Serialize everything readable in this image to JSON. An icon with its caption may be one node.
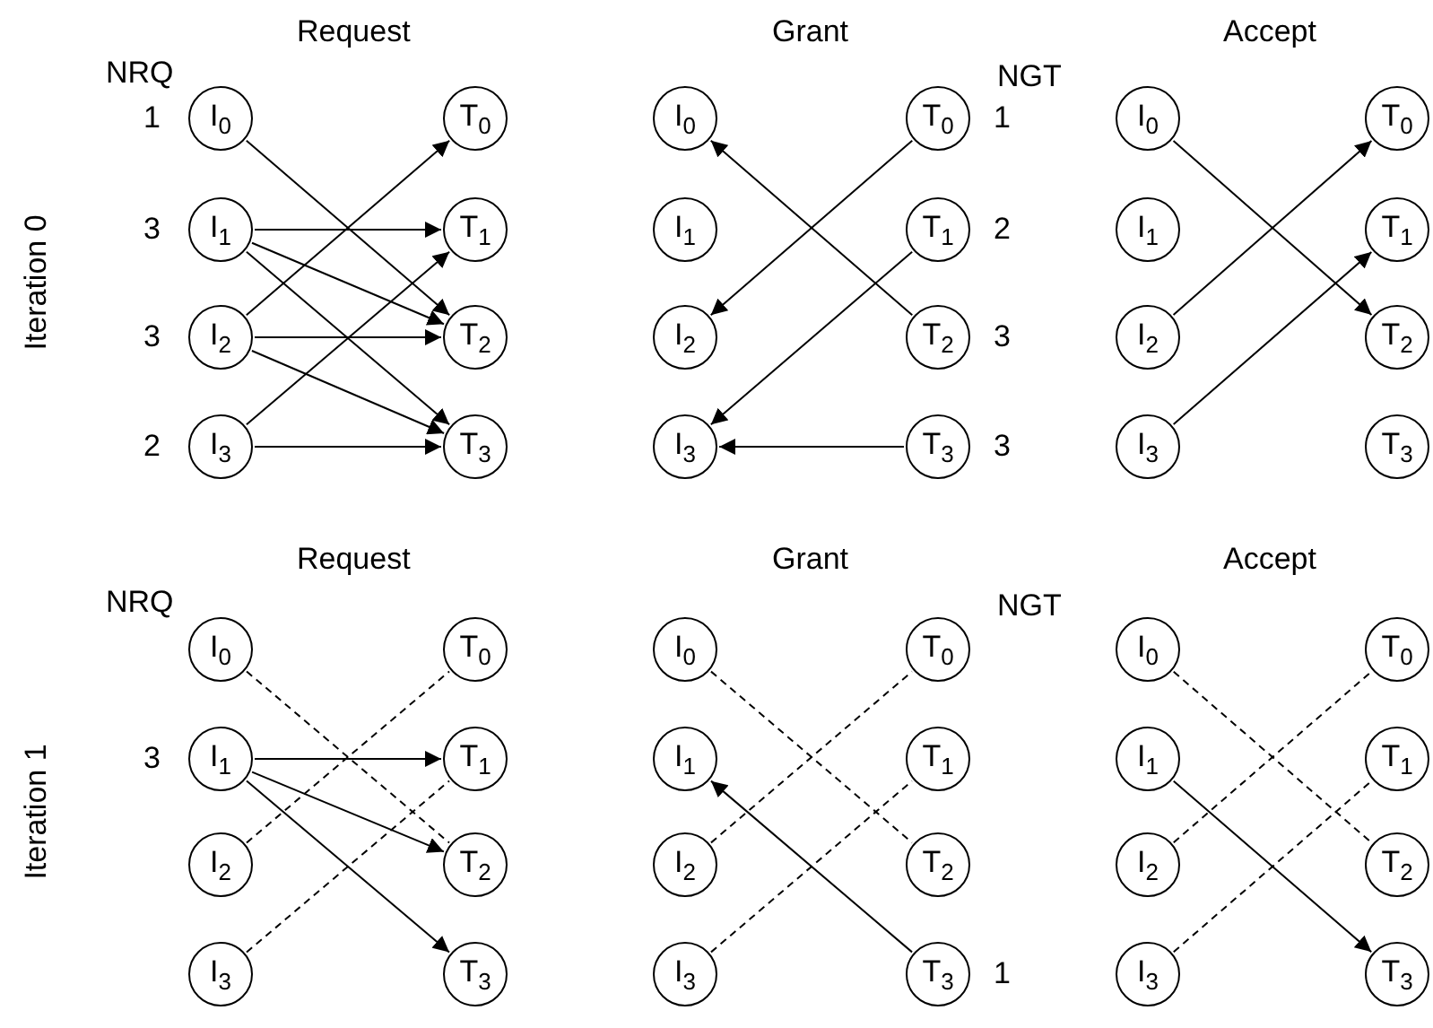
{
  "diagram": {
    "nodes": [
      {
        "text": [
          "I$_{0}$"
        ],
        "beside": [
          "1"
        ]
      },
      {
        "text": [
          "I$_{1}$"
        ],
        "beside": [
          "3"
        ]
      },
      {
        "text": [
          "I$_{2}$"
        ],
        "beside": [
          "3"
        ]
      },
      {
        "text": [
          "I$_{3}$"
        ],
        "beside": [
          "2"
        ]
      },
      {
        "text": [
          "T$_{0}$"
        ]
      },
      {
        "text": [
          "T$_{1}$"
        ]
      },
      {
        "text": [
          "T$_{2}$"
        ]
      },
      {
        "text": [
          "T$_{3}$"
        ]
      },
      {
        "text": [
          "I$_{0}$"
        ]
      },
      {
        "text": [
          "I$_{1}$"
        ]
      },
      {
        "text": [
          "I$_{2}$"
        ]
      },
      {
        "text": [
          "I$_{3}$"
        ]
      },
      {
        "text": [
          "T$_{0}$"
        ],
        "beside": [
          "1"
        ]
      },
      {
        "text": [
          "T$_{1}$"
        ],
        "beside": [
          "2"
        ]
      },
      {
        "text": [
          "T$_{2}$"
        ],
        "beside": [
          "3"
        ]
      },
      {
        "text": [
          "T$_{3}$"
        ],
        "beside": [
          "3"
        ]
      },
      {
        "text": [
          "I$_{0}$"
        ]
      },
      {
        "text": [
          "I$_{1}$"
        ]
      },
      {
        "text": [
          "I$_{2}$"
        ]
      },
      {
        "text": [
          "I$_{3}$"
        ]
      },
      {
        "text": [
          "T$_{0}$"
        ]
      },
      {
        "text": [
          "T$_{1}$"
        ]
      },
      {
        "text": [
          "T$_{2}$"
        ]
      },
      {
        "text": [
          "T$_{3}$"
        ]
      },
      {
        "text": [
          "I$_{0}$"
        ]
      },
      {
        "text": [
          "I$_{1}$"
        ],
        "beside": [
          "3"
        ]
      },
      {
        "text": [
          "I$_{2}$"
        ]
      },
      {
        "text": [
          "I$_{3}$"
        ]
      },
      {
        "text": [
          "T$_{0}$"
        ]
      },
      {
        "text": [
          "T$_{1}$"
        ]
      },
      {
        "text": [
          "T$_{2}$"
        ]
      },
      {
        "text": [
          "T$_{3}$"
        ]
      },
      {
        "text": [
          "I$_{0}$"
        ]
      },
      {
        "text": [
          "I$_{1}$"
        ]
      },
      {
        "text": [
          "I$_{2}$"
        ]
      },
      {
        "text": [
          "I$_{3}$"
        ]
      },
      {
        "text": [
          "T$_{0}$"
        ]
      },
      {
        "text": [
          "T$_{1}$"
        ]
      },
      {
        "text": [
          "T$_{2}$"
        ]
      },
      {
        "text": [
          "T$_{3}$"
        ],
        "beside": [
          "1"
        ]
      },
      {
        "text": [
          "I$_{0}$"
        ]
      },
      {
        "text": [
          "I$_{1}$"
        ]
      },
      {
        "text": [
          "I$_{2}$"
        ]
      },
      {
        "text": [
          "I$_{3}$"
        ]
      },
      {
        "text": [
          "T$_{0}$"
        ]
      },
      {
        "text": [
          "T$_{1}$"
        ]
      },
      {
        "text": [
          "T$_{2}$"
        ]
      },
      {
        "text": [
          "T$_{3}$"
        ]
      }
    ],
    "edges": [
      {
        "from": 0,
        "to": 6,
        "arrow": "to"
      },
      {
        "from": 1,
        "to": 5,
        "arrow": "to"
      },
      {
        "from": 1,
        "to": 6,
        "arrow": "to"
      },
      {
        "from": 1,
        "to": 7,
        "arrow": "to"
      },
      {
        "from": 2,
        "to": 4,
        "arrow": "to"
      },
      {
        "from": 2,
        "to": 6,
        "arrow": "to"
      },
      {
        "from": 2,
        "to": 7,
        "arrow": "to"
      },
      {
        "from": 3,
        "to": 5,
        "arrow": "to"
      },
      {
        "from": 3,
        "to": 7,
        "arrow": "to"
      },
      {
        "from": 12,
        "to": 10,
        "arrow": "to"
      },
      {
        "from": 13,
        "to": 11,
        "arrow": "to"
      },
      {
        "from": 14,
        "to": 8,
        "arrow": "to"
      },
      {
        "from": 15,
        "to": 11,
        "arrow": "to"
      },
      {
        "from": 16,
        "to": 22,
        "arrow": "to"
      },
      {
        "from": 18,
        "to": 20,
        "arrow": "to"
      },
      {
        "from": 19,
        "to": 21,
        "arrow": "to"
      },
      {
        "from": 24,
        "to": 30,
        "arrow": "none",
        "style": "dashed"
      },
      {
        "from": 26,
        "to": 28,
        "arrow": "none",
        "style": "dashed"
      },
      {
        "from": 27,
        "to": 29,
        "arrow": "none",
        "style": "dashed"
      },
      {
        "from": 25,
        "to": 29,
        "arrow": "to"
      },
      {
        "from": 25,
        "to": 30,
        "arrow": "to"
      },
      {
        "from": 25,
        "to": 31,
        "arrow": "to"
      },
      {
        "from": 32,
        "to": 38,
        "arrow": "none",
        "style": "dashed"
      },
      {
        "from": 34,
        "to": 36,
        "arrow": "none",
        "style": "dashed"
      },
      {
        "from": 35,
        "to": 37,
        "arrow": "none",
        "style": "dashed"
      },
      {
        "from": 39,
        "to": 33,
        "arrow": "to"
      },
      {
        "from": 40,
        "to": 46,
        "arrow": "none",
        "style": "dashed"
      },
      {
        "from": 42,
        "to": 44,
        "arrow": "none",
        "style": "dashed"
      },
      {
        "from": 43,
        "to": 45,
        "arrow": "none",
        "style": "dashed"
      },
      {
        "from": 41,
        "to": 47,
        "arrow": "to"
      }
    ],
    "labels": [
      "Request",
      "Grant",
      "Accept",
      "NRQ",
      "NGT",
      "Iteration 0",
      "Request",
      "Grant",
      "Accept",
      "NRQ",
      "NGT",
      "Iteration 1"
    ]
  }
}
